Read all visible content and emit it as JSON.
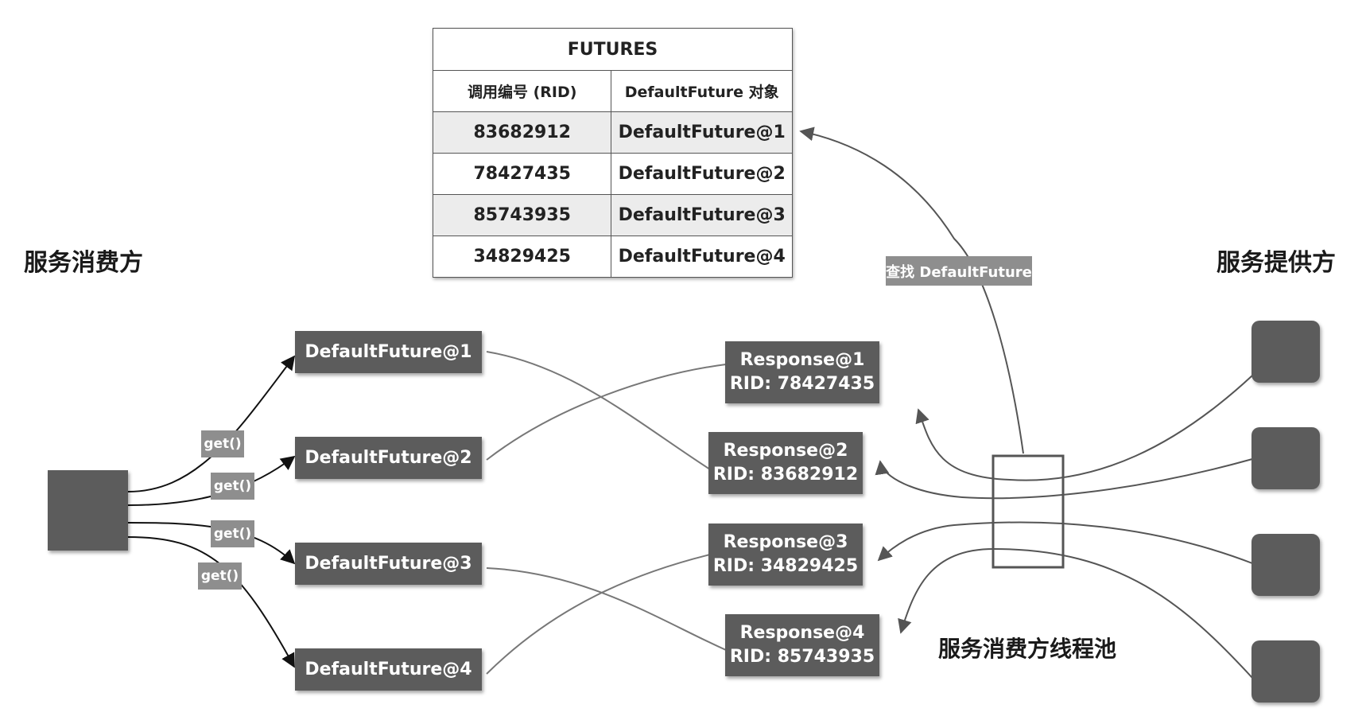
{
  "futures_table": {
    "title": "FUTURES",
    "col_rid": "调用编号 (RID)",
    "col_future": "DefaultFuture 对象",
    "rows": [
      {
        "rid": "83682912",
        "future": "DefaultFuture@1"
      },
      {
        "rid": "78427435",
        "future": "DefaultFuture@2"
      },
      {
        "rid": "85743935",
        "future": "DefaultFuture@3"
      },
      {
        "rid": "34829425",
        "future": "DefaultFuture@4"
      }
    ]
  },
  "consumer": {
    "title": "服务消费方"
  },
  "provider": {
    "title": "服务提供方"
  },
  "thread_pool": {
    "label": "服务消费方线程池"
  },
  "find_label": "查找 DefaultFuture",
  "futures": [
    "DefaultFuture@1",
    "DefaultFuture@2",
    "DefaultFuture@3",
    "DefaultFuture@4"
  ],
  "get_labels": [
    "get()",
    "get()",
    "get()",
    "get()"
  ],
  "responses": [
    {
      "name": "Response@1",
      "rid": "RID: 78427435"
    },
    {
      "name": "Response@2",
      "rid": "RID: 83682912"
    },
    {
      "name": "Response@3",
      "rid": "RID: 34829425"
    },
    {
      "name": "Response@4",
      "rid": "RID: 85743935"
    }
  ],
  "colors": {
    "box": "#5c5c5c",
    "label_bg": "#8e8e8e",
    "connector": "#666666",
    "row_shade": "#ececec"
  }
}
